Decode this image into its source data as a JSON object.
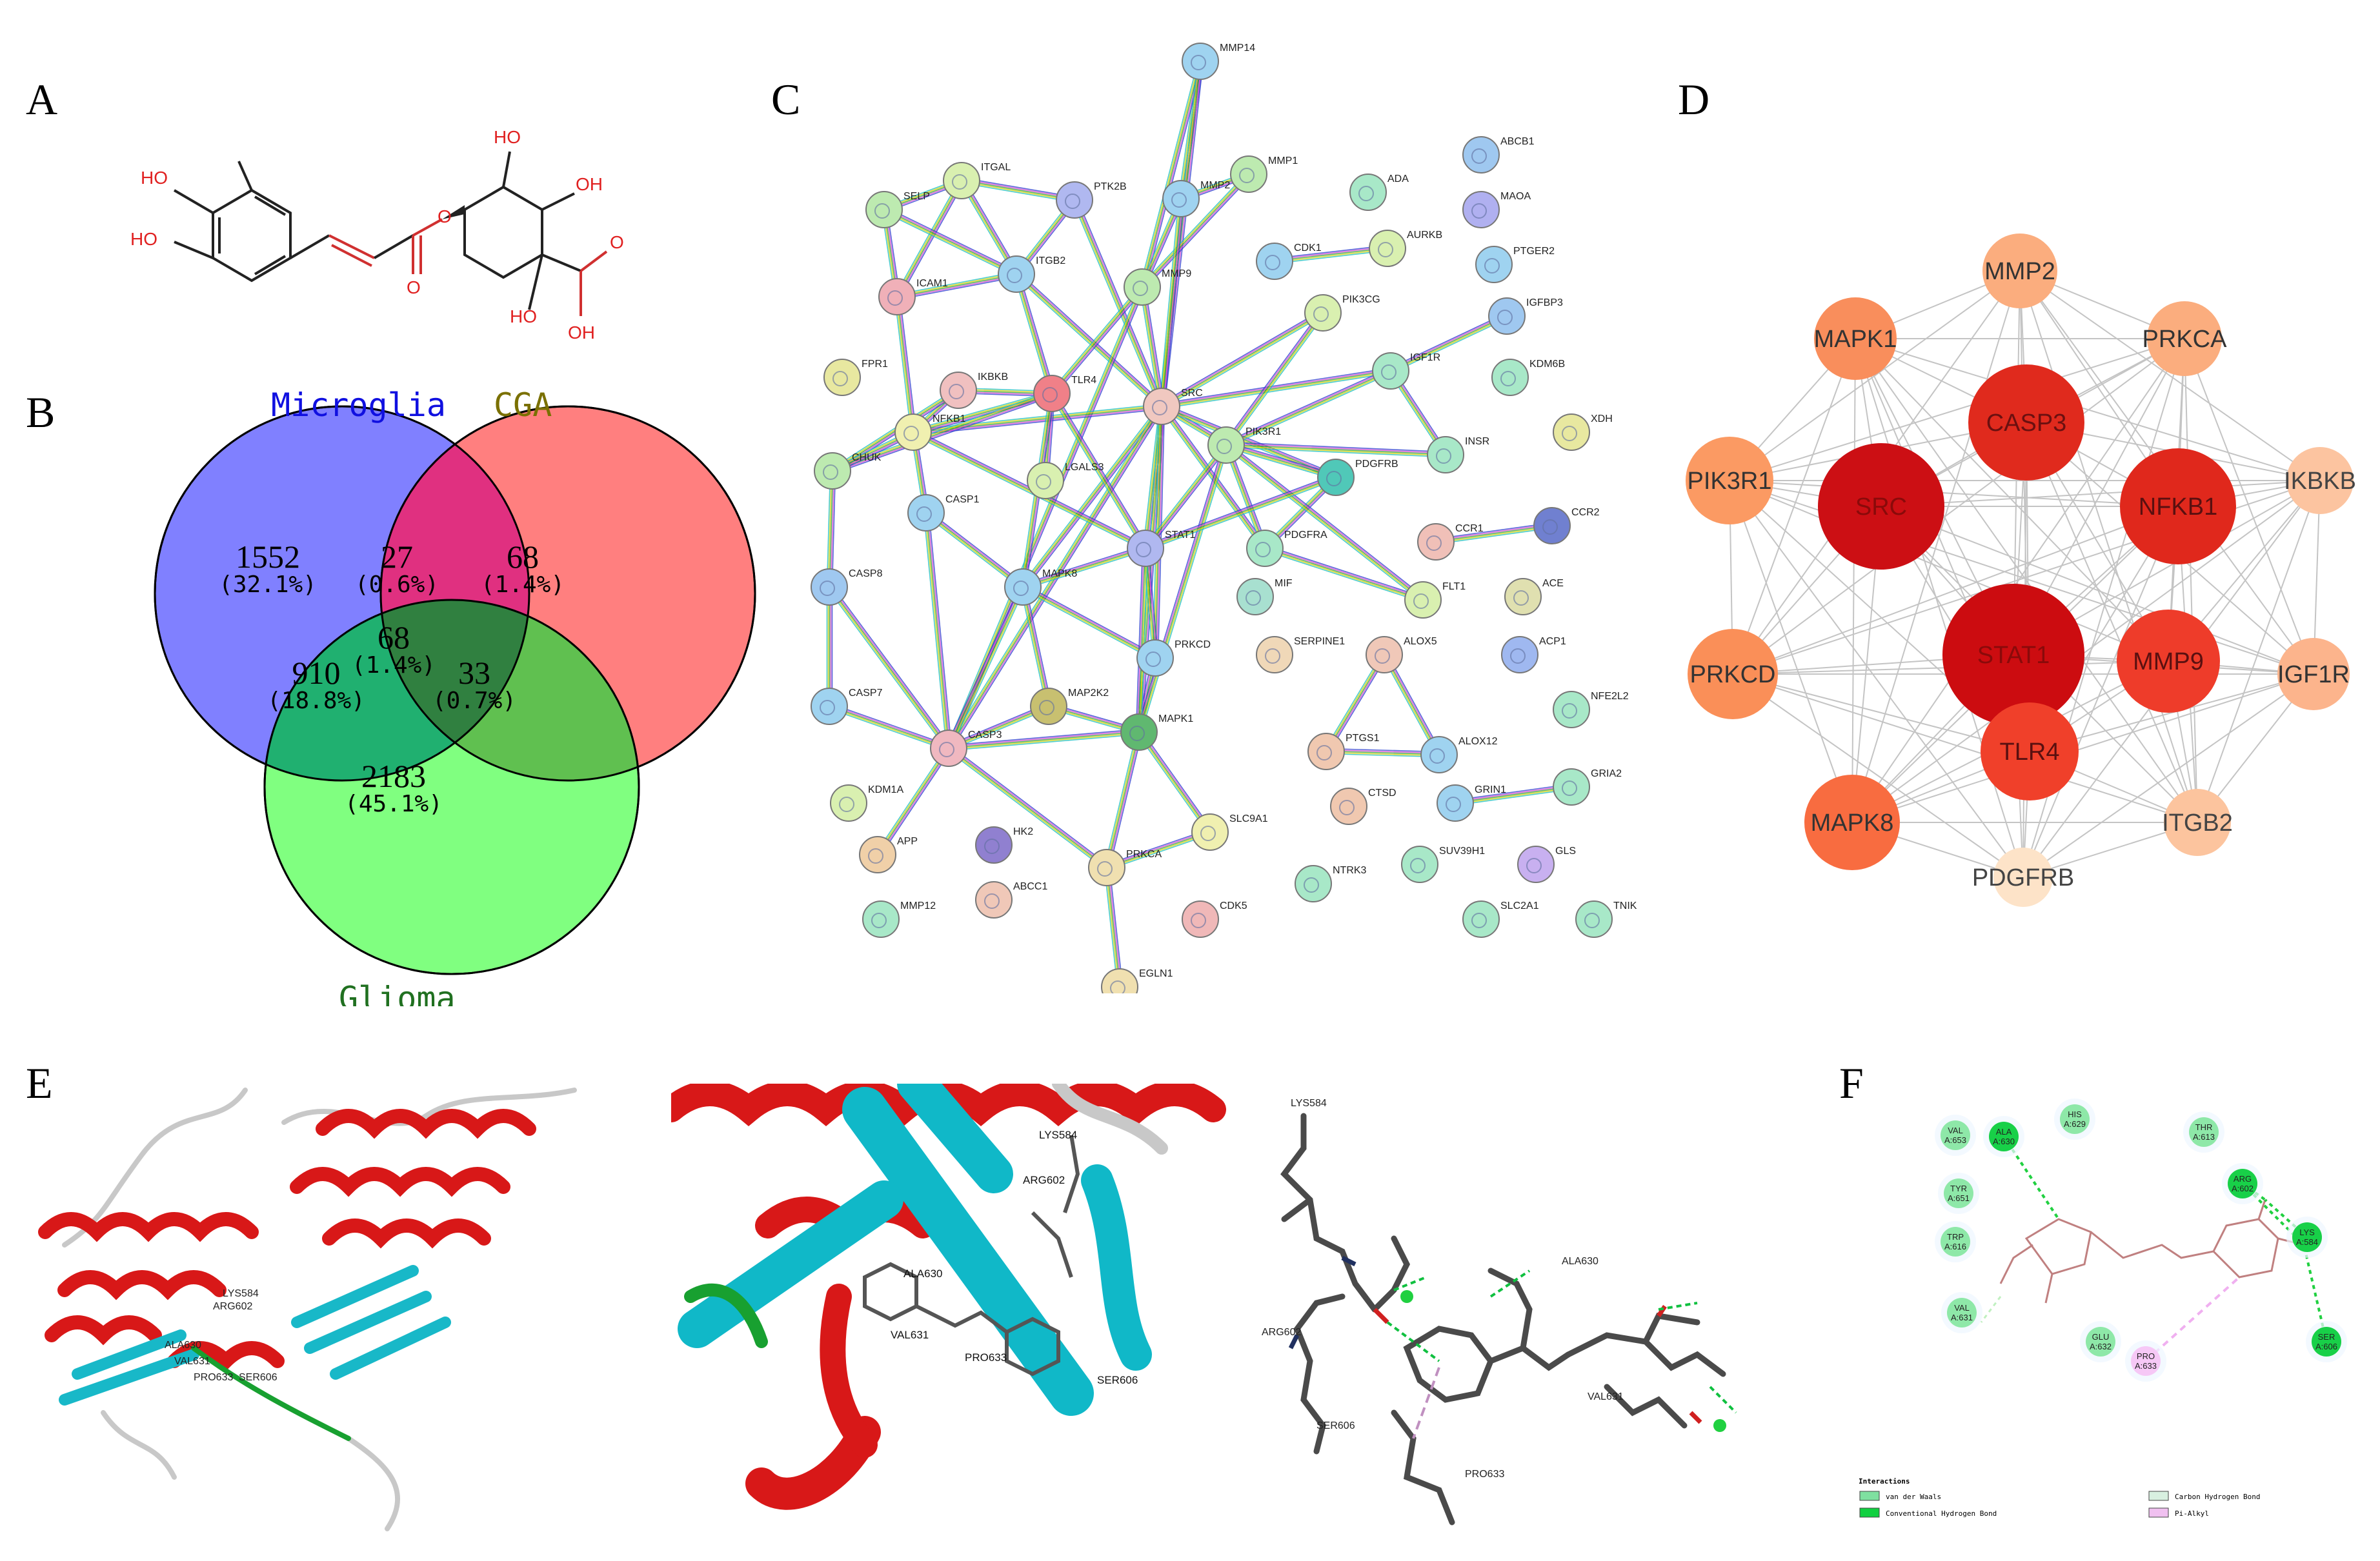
{
  "labels": {
    "A": "A",
    "B": "B",
    "C": "C",
    "D": "D",
    "E": "E",
    "F": "F"
  },
  "molecule": {
    "atoms": [
      "HO",
      "HO",
      "O",
      "O",
      "HO",
      "OH",
      "HO",
      "O",
      "OH"
    ]
  },
  "venn": {
    "sets": [
      {
        "name": "Microglia",
        "title_color": "#1010e0",
        "fill": "#8080ff"
      },
      {
        "name": "CGA",
        "title_color": "#7a7000",
        "fill": "#ff7f7f"
      },
      {
        "name": "Glioma",
        "title_color": "#207020",
        "fill": "#80ff80"
      }
    ],
    "regions": [
      {
        "id": "microglia_only",
        "count": "1552",
        "pct": "(32.1%)"
      },
      {
        "id": "microglia_cga",
        "count": "27",
        "pct": "(0.6%)"
      },
      {
        "id": "cga_only",
        "count": "68",
        "pct": "(1.4%)"
      },
      {
        "id": "all_three",
        "count": "68",
        "pct": "(1.4%)"
      },
      {
        "id": "microglia_glioma",
        "count": "910",
        "pct": "(18.8%)"
      },
      {
        "id": "cga_glioma",
        "count": "33",
        "pct": "(0.7%)"
      },
      {
        "id": "glioma_only",
        "count": "2183",
        "pct": "(45.1%)"
      }
    ]
  },
  "ppi": {
    "nodes": [
      {
        "id": "MMP14",
        "color": "#9fd3f0"
      },
      {
        "id": "MMP1",
        "color": "#bdeab0"
      },
      {
        "id": "MMP2",
        "color": "#9fd3f0"
      },
      {
        "id": "ITGAL",
        "color": "#d9f0b0"
      },
      {
        "id": "PTK2B",
        "color": "#b0b8f0"
      },
      {
        "id": "SELP",
        "color": "#bdeab0"
      },
      {
        "id": "ADA",
        "color": "#a8e8c8"
      },
      {
        "id": "ABCB1",
        "color": "#9fc8f0"
      },
      {
        "id": "MAOA",
        "color": "#b0b0f0"
      },
      {
        "id": "ITGB2",
        "color": "#9fd3f0"
      },
      {
        "id": "ICAM1",
        "color": "#f0b0b8"
      },
      {
        "id": "MMP9",
        "color": "#bdeab0"
      },
      {
        "id": "CDK1",
        "color": "#9fd3f0"
      },
      {
        "id": "AURKB",
        "color": "#d9f0b0"
      },
      {
        "id": "PTGER2",
        "color": "#9fd3f0"
      },
      {
        "id": "PIK3CG",
        "color": "#d9f0b0"
      },
      {
        "id": "IGFBP3",
        "color": "#9fc8f0"
      },
      {
        "id": "FPR1",
        "color": "#e8e8a0"
      },
      {
        "id": "IKBKB",
        "color": "#f0c0c0"
      },
      {
        "id": "TLR4",
        "color": "#f08088"
      },
      {
        "id": "SRC",
        "color": "#f0c8c0"
      },
      {
        "id": "IGF1R",
        "color": "#a8e8c8"
      },
      {
        "id": "KDM6B",
        "color": "#a8e8c8"
      },
      {
        "id": "NFKB1",
        "color": "#f0f0b0"
      },
      {
        "id": "XDH",
        "color": "#e8e8a0"
      },
      {
        "id": "CHUK",
        "color": "#bdeab0"
      },
      {
        "id": "LGALS3",
        "color": "#d9f0b0"
      },
      {
        "id": "PIK3R1",
        "color": "#bdeab0"
      },
      {
        "id": "INSR",
        "color": "#a8e8c8"
      },
      {
        "id": "PDGFRB",
        "color": "#50c8b8"
      },
      {
        "id": "CASP1",
        "color": "#9fd3f0"
      },
      {
        "id": "CCR2",
        "color": "#7080d0"
      },
      {
        "id": "CCR1",
        "color": "#f0c0b8"
      },
      {
        "id": "STAT1",
        "color": "#b0b8f0"
      },
      {
        "id": "PDGFRA",
        "color": "#a8e8c8"
      },
      {
        "id": "CASP8",
        "color": "#9fc8f0"
      },
      {
        "id": "MAPK8",
        "color": "#9fd3f0"
      },
      {
        "id": "MIF",
        "color": "#a8e0d0"
      },
      {
        "id": "ACE",
        "color": "#e0e0b0"
      },
      {
        "id": "FLT1",
        "color": "#d9f0b0"
      },
      {
        "id": "ALOX5",
        "color": "#f0c8b8"
      },
      {
        "id": "ACP1",
        "color": "#9fb8f0"
      },
      {
        "id": "SERPINE1",
        "color": "#f0d8b8"
      },
      {
        "id": "PRKCD",
        "color": "#9fd3f0"
      },
      {
        "id": "NFE2L2",
        "color": "#a8e8c8"
      },
      {
        "id": "CASP7",
        "color": "#9fd3f0"
      },
      {
        "id": "MAP2K2",
        "color": "#c8c070"
      },
      {
        "id": "MAPK1",
        "color": "#60b870"
      },
      {
        "id": "PTGS1",
        "color": "#f0c8b0"
      },
      {
        "id": "ALOX12",
        "color": "#9fd3f0"
      },
      {
        "id": "CASP3",
        "color": "#f0b8c0"
      },
      {
        "id": "GRIA2",
        "color": "#a8e8c8"
      },
      {
        "id": "KDM1A",
        "color": "#d9f0b0"
      },
      {
        "id": "CTSD",
        "color": "#f0c8b0"
      },
      {
        "id": "GRIN1",
        "color": "#9fd3f0"
      },
      {
        "id": "SLC9A1",
        "color": "#f0f0b0"
      },
      {
        "id": "HK2",
        "color": "#9080d0"
      },
      {
        "id": "APP",
        "color": "#f0d0a8"
      },
      {
        "id": "SUV39H1",
        "color": "#a8e8c8"
      },
      {
        "id": "GLS",
        "color": "#c8b0f0"
      },
      {
        "id": "PRKCA",
        "color": "#f0e0b0"
      },
      {
        "id": "NTRK3",
        "color": "#a8e8c8"
      },
      {
        "id": "ABCC1",
        "color": "#f0c8b8"
      },
      {
        "id": "TNIK",
        "color": "#a8e8c8"
      },
      {
        "id": "SLC2A1",
        "color": "#a8e8c8"
      },
      {
        "id": "CDK5",
        "color": "#f0b8b8"
      },
      {
        "id": "MMP12",
        "color": "#a8e8c8"
      },
      {
        "id": "EGLN1",
        "color": "#f0e0b0"
      }
    ]
  },
  "hub": {
    "nodes": [
      {
        "id": "MMP2",
        "color": "#fbad7e",
        "text": "#333333"
      },
      {
        "id": "MAPK1",
        "color": "#f98e5c",
        "text": "#333333"
      },
      {
        "id": "PRKCA",
        "color": "#fbad7e",
        "text": "#333333"
      },
      {
        "id": "CASP3",
        "color": "#e02a1d",
        "text": "#6b1010"
      },
      {
        "id": "PIK3R1",
        "color": "#fb9a63",
        "text": "#333333"
      },
      {
        "id": "SRC",
        "color": "#cc0f14",
        "text": "#8a0a0a"
      },
      {
        "id": "NFKB1",
        "color": "#e0281c",
        "text": "#5a1010"
      },
      {
        "id": "IKBKB",
        "color": "#fcc4a0",
        "text": "#444444"
      },
      {
        "id": "PRKCD",
        "color": "#fa8f58",
        "text": "#333333"
      },
      {
        "id": "STAT1",
        "color": "#cc0c10",
        "text": "#8a0a0a"
      },
      {
        "id": "MMP9",
        "color": "#ee3c2a",
        "text": "#5a1010"
      },
      {
        "id": "IGF1R",
        "color": "#fcb48c",
        "text": "#333333"
      },
      {
        "id": "TLR4",
        "color": "#f0402a",
        "text": "#5a1010"
      },
      {
        "id": "MAPK8",
        "color": "#f86c40",
        "text": "#333333"
      },
      {
        "id": "ITGB2",
        "color": "#fcc49e",
        "text": "#444444"
      },
      {
        "id": "PDGFRB",
        "color": "#fde3c8",
        "text": "#444444"
      }
    ]
  },
  "docking": {
    "overview_labels": [
      "ARG602",
      "ALA630",
      "VAL631",
      "PRO633",
      "SER606",
      "LYS584"
    ],
    "zoom_labels": [
      "LYS584",
      "ARG602",
      "ALA630",
      "VAL631",
      "PRO633",
      "SER606"
    ],
    "stick_labels": [
      "LYS584",
      "ALA630",
      "ARG602",
      "SER606",
      "VAL631",
      "PRO633"
    ]
  },
  "interaction2d": {
    "residues": [
      {
        "line1": "VAL",
        "line2": "A:653",
        "type": "vdw"
      },
      {
        "line1": "ALA",
        "line2": "A:630",
        "type": "hbond"
      },
      {
        "line1": "HIS",
        "line2": "A:629",
        "type": "vdw"
      },
      {
        "line1": "THR",
        "line2": "A:613",
        "type": "vdw"
      },
      {
        "line1": "TYR",
        "line2": "A:651",
        "type": "vdw"
      },
      {
        "line1": "TRP",
        "line2": "A:616",
        "type": "vdw"
      },
      {
        "line1": "ARG",
        "line2": "A:602",
        "type": "hbond"
      },
      {
        "line1": "LYS",
        "line2": "A:584",
        "type": "hbond"
      },
      {
        "line1": "VAL",
        "line2": "A:631",
        "type": "vdw"
      },
      {
        "line1": "GLU",
        "line2": "A:632",
        "type": "vdw"
      },
      {
        "line1": "SER",
        "line2": "A:606",
        "type": "hbond"
      },
      {
        "line1": "PRO",
        "line2": "A:633",
        "type": "pialkyl"
      }
    ],
    "legend": {
      "title": "Interactions",
      "items": [
        {
          "label": "van der Waals",
          "color": "#7fe0a0"
        },
        {
          "label": "Conventional Hydrogen Bond",
          "color": "#10d040"
        },
        {
          "label": "Carbon Hydrogen Bond",
          "color": "#d8f0e0"
        },
        {
          "label": "Pi-Alkyl",
          "color": "#f0c0f0"
        }
      ]
    }
  }
}
